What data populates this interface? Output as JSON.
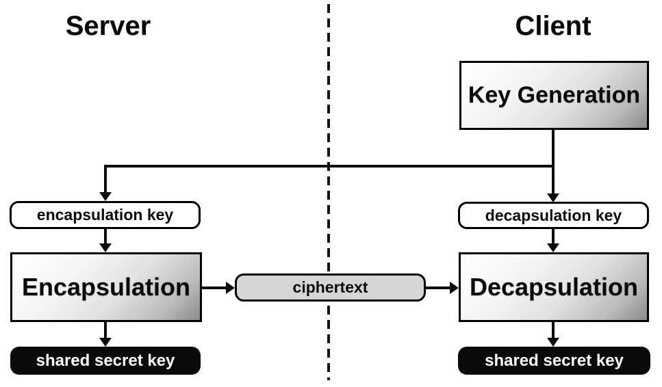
{
  "diagram": {
    "description": "Key Encapsulation Mechanism (KEM) flow between server and client",
    "columns": {
      "left_title": "Server",
      "right_title": "Client"
    },
    "nodes": {
      "key_generation": {
        "label": "Key Generation",
        "side": "client",
        "style": "process-gradient"
      },
      "encapsulation_key": {
        "label": "encapsulation key",
        "side": "server",
        "style": "rounded-white"
      },
      "decapsulation_key": {
        "label": "decapsulation key",
        "side": "client",
        "style": "rounded-white"
      },
      "encapsulation": {
        "label": "Encapsulation",
        "side": "server",
        "style": "process-gradient"
      },
      "decapsulation": {
        "label": "Decapsulation",
        "side": "client",
        "style": "process-gradient"
      },
      "ciphertext": {
        "label": "ciphertext",
        "side": "crossing-divider",
        "style": "rounded-gray"
      },
      "shared_secret_server": {
        "label": "shared secret key",
        "side": "server",
        "style": "rounded-black"
      },
      "shared_secret_client": {
        "label": "shared secret key",
        "side": "client",
        "style": "rounded-black"
      }
    },
    "edges": [
      {
        "from": "key_generation",
        "to": "encapsulation_key"
      },
      {
        "from": "key_generation",
        "to": "decapsulation_key"
      },
      {
        "from": "encapsulation_key",
        "to": "encapsulation"
      },
      {
        "from": "decapsulation_key",
        "to": "decapsulation"
      },
      {
        "from": "encapsulation",
        "to": "ciphertext"
      },
      {
        "from": "ciphertext",
        "to": "decapsulation"
      },
      {
        "from": "encapsulation",
        "to": "shared_secret_server"
      },
      {
        "from": "decapsulation",
        "to": "shared_secret_client"
      }
    ],
    "colors": {
      "line": "#0a0a0a",
      "process_gradient_start": "#ffffff",
      "process_gradient_end": "#8a8a8a",
      "key_label_fill": "#ffffff",
      "ciphertext_fill": "#d6d6d6",
      "secret_fill": "#0a0a0a",
      "secret_text": "#ffffff",
      "background": "#ffffff"
    }
  }
}
